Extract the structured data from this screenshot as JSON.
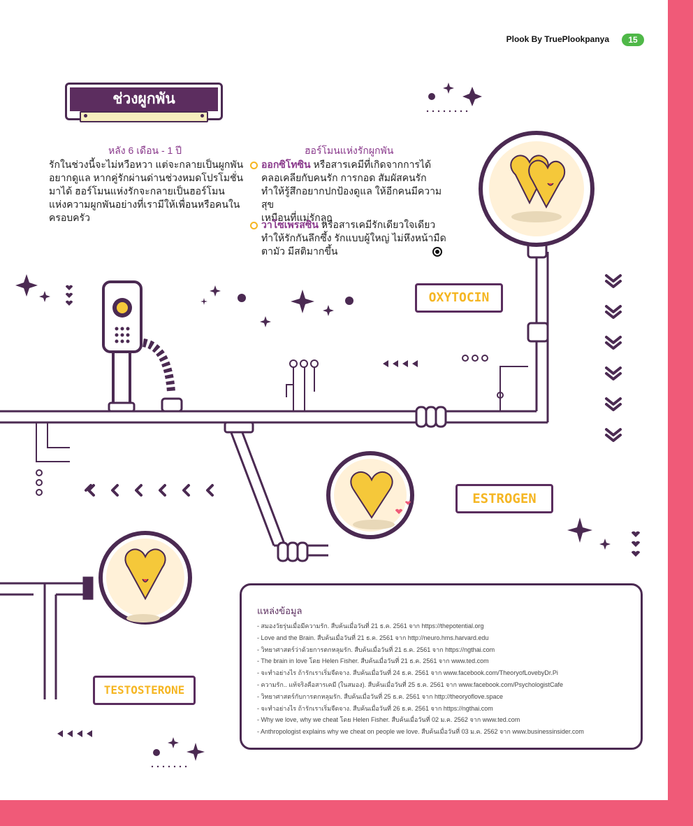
{
  "header": {
    "publication": "Plook By TruePlookpanya",
    "page_number": "15"
  },
  "section_title": "ช่วงผูกพัน",
  "left_column": {
    "subheading": "หลัง 6 เดือน - 1 ปี",
    "lines": [
      "รักในช่วงนี้จะไม่หวือหวา แต่จะกลายเป็นผูกพัน",
      "อยากดูแล หากคู่รักผ่านด่านช่วงหมดโปรโมชั่น",
      "มาได้ ฮอร์โมนแห่งรักจะกลายเป็นฮอร์โมน",
      "แห่งความผูกพันอย่างที่เรามีให้เพื่อนหรือคนใน",
      "ครอบครัว"
    ]
  },
  "right_column": {
    "subheading": "ฮอร์โมนแห่งรักผูกพัน",
    "items": [
      {
        "term": "ออกซิโทซิน",
        "lines": [
          " หรือสารเคมีที่เกิดจากการได้",
          "คลอเคลียกับคนรัก การกอด สัมผัสคนรัก",
          "ทำให้รู้สึกอยากปกป้องดูแล ให้อีกคนมีความสุข",
          "เหมือนที่แม่รักลูก"
        ]
      },
      {
        "term": "วาโซเพรสซิน",
        "lines": [
          " หรือสารเคมีรักเดียวใจเดียว",
          "ทำให้รักกันลึกซึ้ง รักแบบผู้ใหญ่ ไม่หึงหน้ามืด",
          "ตามัว มีสติมากขึ้น"
        ]
      }
    ]
  },
  "hormone_labels": {
    "oxytocin": "OXYTOCIN",
    "estrogen": "ESTROGEN",
    "testosterone": "TESTOSTERONE"
  },
  "sources": {
    "title": "แหล่งข้อมูล",
    "items": [
      "- สมองวัยรุ่นเมื่อมีความรัก. สืบค้นเมื่อวันที่ 21 ธ.ค. 2561 จาก https://thepotential.org",
      "- Love and the Brain. สืบค้นเมื่อวันที่ 21 ธ.ค. 2561 จาก http://neuro.hms.harvard.edu",
      "- วิทยาศาสตร์ว่าด้วยการตกหลุมรัก. สืบค้นเมื่อวันที่ 21 ธ.ค. 2561 จาก https://ngthai.com",
      "- The brain in love โดย Helen Fisher. สืบค้นเมื่อวันที่ 21 ธ.ค. 2561 จาก www.ted.com",
      "- จะทำอย่างไร ถ้ารักเราเริ่มจืดจาง. สืบค้นเมื่อวันที่ 24 ธ.ค. 2561 จาก www.facebook.com/TheoryofLovebyDr.Pi",
      "- ความรัก.. แท้จริงคือสารเคมี (ในสมอง). สืบค้นเมื่อวันที่ 25 ธ.ค. 2561 จาก www.facebook.com/PsychologistCafe",
      "- วิทยาศาสตร์กับการตกหลุมรัก. สืบค้นเมื่อวันที่ 25 ธ.ค. 2561 จาก http://theoryoflove.space",
      "- จะทำอย่างไร ถ้ารักเราเริ่มจืดจาง. สืบค้นเมื่อวันที่ 26 ธ.ค. 2561 จาก https://ngthai.com",
      "- Why we love, why we cheat โดย Helen Fisher. สืบค้นเมื่อวันที่ 02 ม.ค. 2562 จาก www.ted.com",
      "- Anthropologist explains why we cheat on people we love. สืบค้นเมื่อวันที่ 03 ม.ค. 2562 จาก www.businessinsider.com"
    ]
  },
  "colors": {
    "accent_pink": "#f05a78",
    "deep_purple": "#5a2d5e",
    "heart_yellow": "#f5c83a",
    "badge_green": "#4fb848",
    "label_text": "#f5b623"
  },
  "icons": [
    "sparkle-icon",
    "double-chevron-icon",
    "heart-character-icon",
    "arrow-left-icon",
    "microscope-icon"
  ]
}
